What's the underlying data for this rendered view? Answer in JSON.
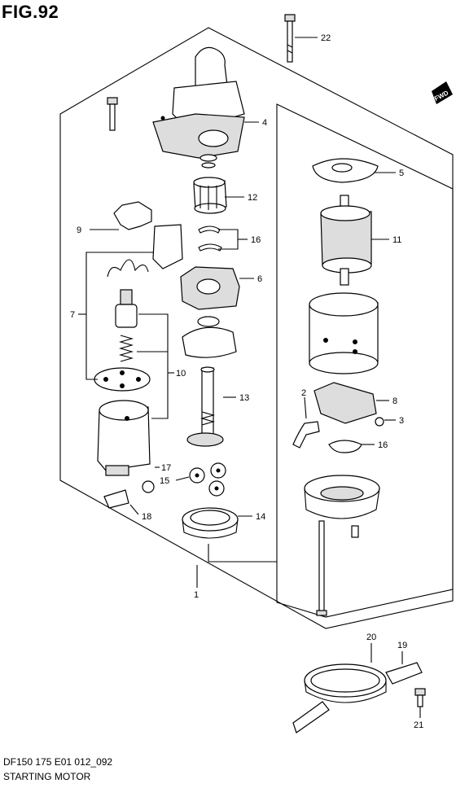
{
  "figure": {
    "title": "FIG.92",
    "code": "DF150 175 E01 012_092",
    "subtitle": "STARTING MOTOR",
    "direction_badge": "FWD"
  },
  "callouts": [
    "1",
    "2",
    "3",
    "4",
    "5",
    "6",
    "7",
    "8",
    "9",
    "10",
    "11",
    "12",
    "13",
    "14",
    "15",
    "16",
    "16",
    "17",
    "18",
    "19",
    "20",
    "21",
    "22"
  ]
}
